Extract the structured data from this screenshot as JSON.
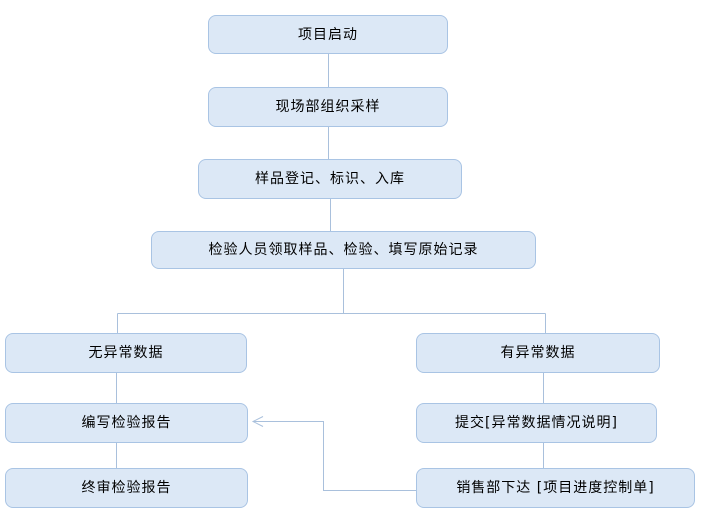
{
  "diagram": {
    "type": "flowchart",
    "background": "#ffffff",
    "colors": {
      "node_fill": "#dce8f6",
      "node_border": "#a9c4e4",
      "connector": "#a9c0dc",
      "text": "#000000"
    },
    "nodes": [
      {
        "id": "start",
        "label": "项目启动"
      },
      {
        "id": "sampling",
        "label": "现场部组织采样"
      },
      {
        "id": "registration",
        "label": "样品登记、标识、入库"
      },
      {
        "id": "inspection",
        "label": "检验人员领取样品、检验、填写原始记录"
      },
      {
        "id": "no-abnormal",
        "label": "无异常数据"
      },
      {
        "id": "abnormal",
        "label": "有异常数据"
      },
      {
        "id": "write-report",
        "label": "编写检验报告"
      },
      {
        "id": "final-review",
        "label": "终审检验报告"
      },
      {
        "id": "submit-explanation",
        "label": "提交[异常数据情况说明]"
      },
      {
        "id": "sales-control",
        "label": "销售部下达 [项目进度控制单]"
      }
    ],
    "edges": [
      {
        "from": "start",
        "to": "sampling",
        "arrow": false
      },
      {
        "from": "sampling",
        "to": "registration",
        "arrow": false
      },
      {
        "from": "registration",
        "to": "inspection",
        "arrow": false
      },
      {
        "from": "inspection",
        "to": "no-abnormal",
        "arrow": false
      },
      {
        "from": "inspection",
        "to": "abnormal",
        "arrow": false
      },
      {
        "from": "no-abnormal",
        "to": "write-report",
        "arrow": false
      },
      {
        "from": "write-report",
        "to": "final-review",
        "arrow": false
      },
      {
        "from": "abnormal",
        "to": "submit-explanation",
        "arrow": false
      },
      {
        "from": "submit-explanation",
        "to": "sales-control",
        "arrow": false
      },
      {
        "from": "sales-control",
        "to": "write-report",
        "arrow": true
      }
    ]
  }
}
